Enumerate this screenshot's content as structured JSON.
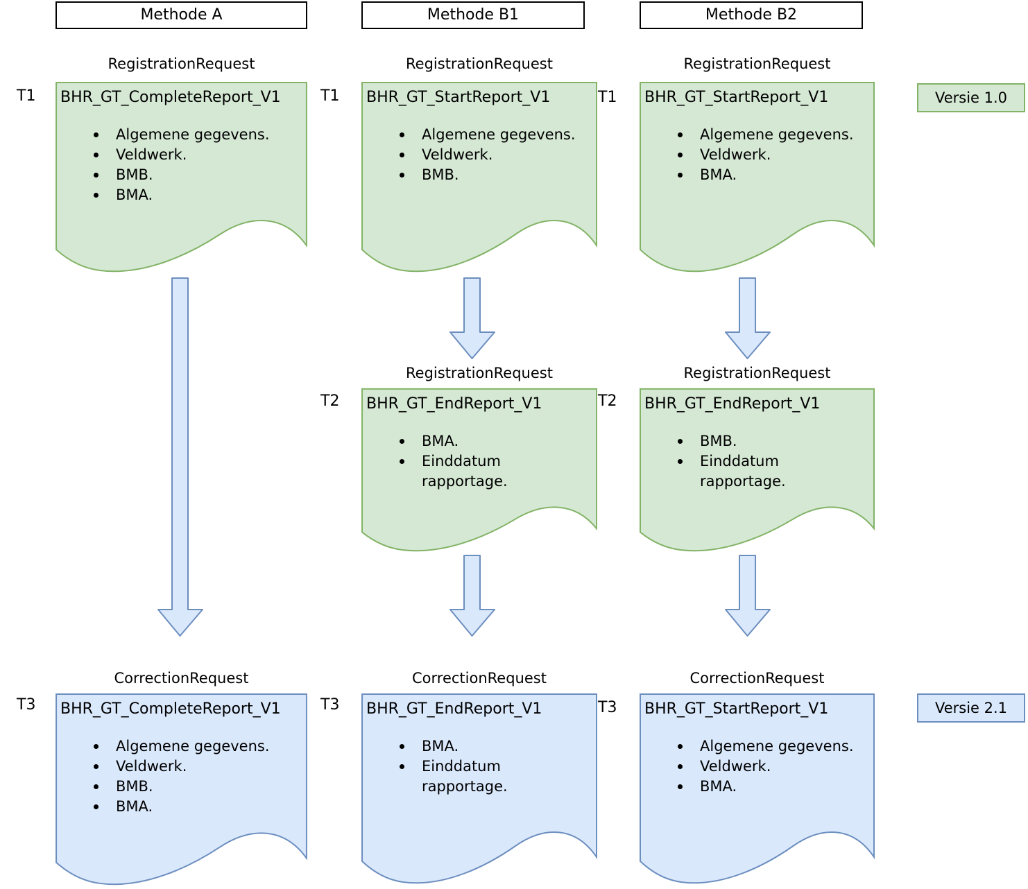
{
  "colors": {
    "green_fill": "#d5e8d4",
    "green_border": "#82b366",
    "blue_fill": "#dae8fc",
    "blue_border": "#6c8ebf",
    "arrow_fill": "#dae8fc",
    "arrow_border": "#6c8ebf"
  },
  "columns": [
    {
      "header": "Methode A",
      "docs": [
        {
          "time": "T1",
          "request_type": "RegistrationRequest",
          "title": "BHR_GT_CompleteReport_V1",
          "items": [
            "Algemene gegevens.",
            "Veldwerk.",
            "BMB.",
            "BMA."
          ]
        },
        {
          "time": "T3",
          "request_type": "CorrectionRequest",
          "title": "BHR_GT_CompleteReport_V1",
          "items": [
            "Algemene gegevens.",
            "Veldwerk.",
            "BMB.",
            "BMA."
          ]
        }
      ]
    },
    {
      "header": "Methode B1",
      "docs": [
        {
          "time": "T1",
          "request_type": "RegistrationRequest",
          "title": "BHR_GT_StartReport_V1",
          "items": [
            "Algemene gegevens.",
            "Veldwerk.",
            "BMB."
          ]
        },
        {
          "time": "T2",
          "request_type": "RegistrationRequest",
          "title": "BHR_GT_EndReport_V1",
          "items": [
            "BMA.",
            "Einddatum rapportage."
          ]
        },
        {
          "time": "T3",
          "request_type": "CorrectionRequest",
          "title": "BHR_GT_EndReport_V1",
          "items": [
            "BMA.",
            "Einddatum rapportage."
          ]
        }
      ]
    },
    {
      "header": "Methode B2",
      "docs": [
        {
          "time": "T1",
          "request_type": "RegistrationRequest",
          "title": "BHR_GT_StartReport_V1",
          "items": [
            "Algemene gegevens.",
            "Veldwerk.",
            "BMA."
          ]
        },
        {
          "time": "T2",
          "request_type": "RegistrationRequest",
          "title": "BHR_GT_EndReport_V1",
          "items": [
            "BMB.",
            "Einddatum rapportage."
          ]
        },
        {
          "time": "T3",
          "request_type": "CorrectionRequest",
          "title": "BHR_GT_StartReport_V1",
          "items": [
            "Algemene gegevens.",
            "Veldwerk.",
            "BMA."
          ]
        }
      ]
    }
  ],
  "badges": [
    {
      "label": "Versie 1.0"
    },
    {
      "label": "Versie 2.1"
    }
  ]
}
